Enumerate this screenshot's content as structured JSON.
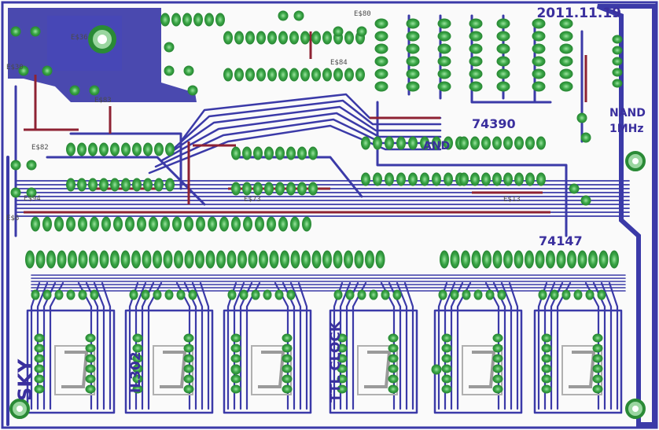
{
  "board": {
    "date": "2011.11.19",
    "labels": {
      "ttl_clock": "TTL CLOCK",
      "sky": "SKY",
      "il302": "IL302",
      "nand": "NAND",
      "and": "AND",
      "freq": "1MHz",
      "chip_74390": "74390",
      "chip_74147": "74147"
    },
    "part_ids": [
      "E$30",
      "E$36",
      "E$80",
      "E$83",
      "E$82",
      "E$84",
      "E$94",
      "E$73",
      "E$13",
      "E$6"
    ]
  },
  "colors": {
    "background": "#ffffff",
    "board": "#f8f8f8",
    "trace": "#3b3aa8",
    "pour": "#3b3aa8",
    "pad": "#2f9a3e",
    "pad_ring": "#7ecf86",
    "jumper": "#8e2233",
    "silk": "#555555"
  },
  "icons": {
    "mounting_hole": "mounting-hole-icon",
    "digit": "seven-segment-digit-icon"
  }
}
